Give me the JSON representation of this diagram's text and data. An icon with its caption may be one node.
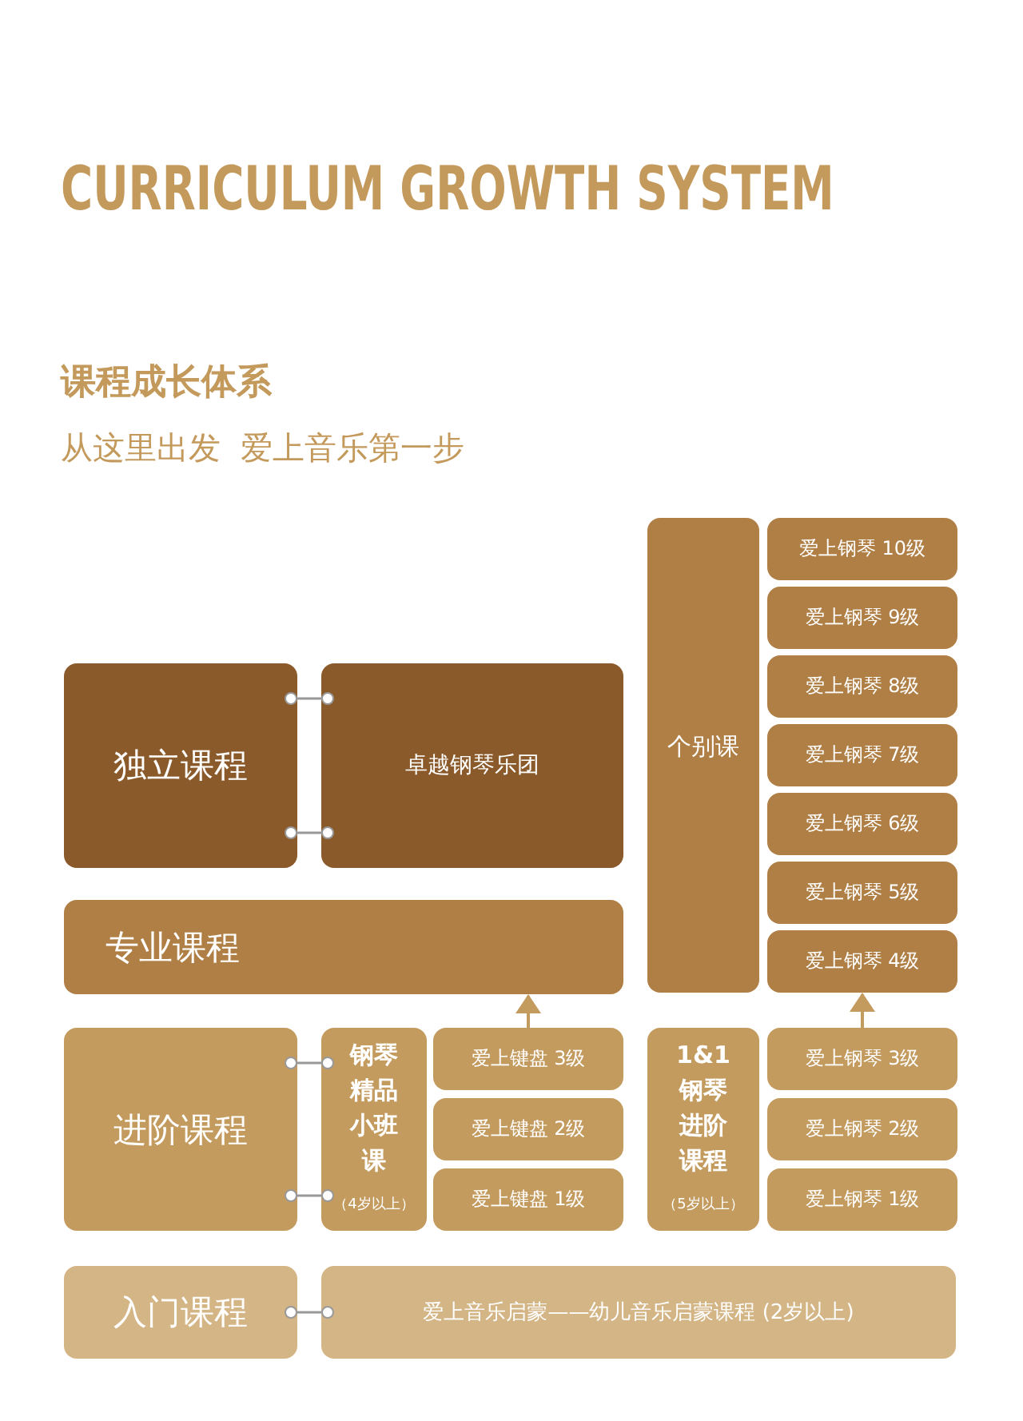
{
  "diagram": {
    "title": "CURRICULUM GROWTH SYSTEM",
    "nodes": [
      {
        "text": [
          "个别课"
        ]
      },
      {
        "text": [
          "爱上钢琴 10级"
        ]
      },
      {
        "text": [
          "爱上钢琴 9级"
        ]
      },
      {
        "text": [
          "爱上钢琴 8级"
        ]
      },
      {
        "text": [
          "爱上钢琴 7级"
        ]
      },
      {
        "text": [
          "爱上钢琴 6级"
        ]
      },
      {
        "text": [
          "爱上钢琴 5级"
        ]
      },
      {
        "text": [
          "爱上钢琴 4级"
        ]
      },
      {
        "text": [
          "独立课程"
        ]
      },
      {
        "text": [
          "卓越钢琴乐团"
        ]
      },
      {
        "text": [
          "专业课程"
        ]
      },
      {
        "text": [
          "进阶课程"
        ]
      },
      {
        "text": [
          "钢琴精品小班课",
          "（4岁以上）"
        ]
      },
      {
        "text": [
          "爱上键盘 3级"
        ]
      },
      {
        "text": [
          "爱上键盘 2级"
        ]
      },
      {
        "text": [
          "爱上键盘 1级"
        ]
      },
      {
        "text": [
          "1&1钢琴进阶课程",
          "（5岁以上）"
        ]
      },
      {
        "text": [
          "爱上钢琴 3级"
        ]
      },
      {
        "text": [
          "爱上钢琴 2级"
        ]
      },
      {
        "text": [
          "爱上钢琴 1级"
        ]
      },
      {
        "text": [
          "入门课程"
        ]
      },
      {
        "text": [
          "爱上音乐启蒙——幼儿音乐启蒙课程 (2岁以上)"
        ]
      }
    ],
    "edges": [
      {
        "from": 8,
        "to": 9,
        "arrow": "other"
      },
      {
        "from": 8,
        "to": 9,
        "arrow": "other"
      },
      {
        "from": 11,
        "to": 12,
        "arrow": "other"
      },
      {
        "from": 11,
        "to": 12,
        "arrow": "other"
      },
      {
        "from": 20,
        "to": 21,
        "arrow": "other"
      },
      {
        "from": 13,
        "to": 10,
        "arrow": "to"
      },
      {
        "from": 17,
        "to": 7,
        "arrow": "to"
      }
    ],
    "labels": [
      "课程成长体系",
      "从这里出发  爱上音乐第一步"
    ]
  }
}
